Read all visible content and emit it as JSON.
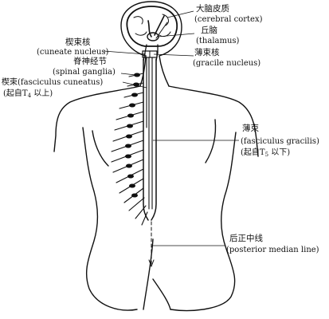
{
  "colors": {
    "ink": "#111111",
    "paper": "#ffffff"
  },
  "labels": {
    "cerebral_cortex_cn": "大脑皮质",
    "cerebral_cortex_en": "(cerebral cortex)",
    "thalamus_cn": "丘脑",
    "thalamus_en": "(thalamus)",
    "gracile_nucleus_cn": "薄束核",
    "gracile_nucleus_en": "(gracile nucleus)",
    "cuneate_nucleus_cn": "楔束核",
    "cuneate_nucleus_en": "(cuneate nucleus)",
    "spinal_ganglia_cn": "脊神经节",
    "spinal_ganglia_en": "(spinal ganglia)",
    "fasciculus_cuneatus": "楔束(fasciculus cuneatus)",
    "fasciculus_cuneatus_origin_pre": "(起自T",
    "fasciculus_cuneatus_origin_sub": "4",
    "fasciculus_cuneatus_origin_post": " 以上)",
    "fasciculus_gracilis_cn": "薄束",
    "fasciculus_gracilis_en": "(fasciculus gracilis)",
    "fasciculus_gracilis_origin_pre": "(起自T",
    "fasciculus_gracilis_origin_sub": "5",
    "fasciculus_gracilis_origin_post": " 以下)",
    "posterior_median_line_cn": "后正中线",
    "posterior_median_line_en": "(posterior median line)"
  }
}
